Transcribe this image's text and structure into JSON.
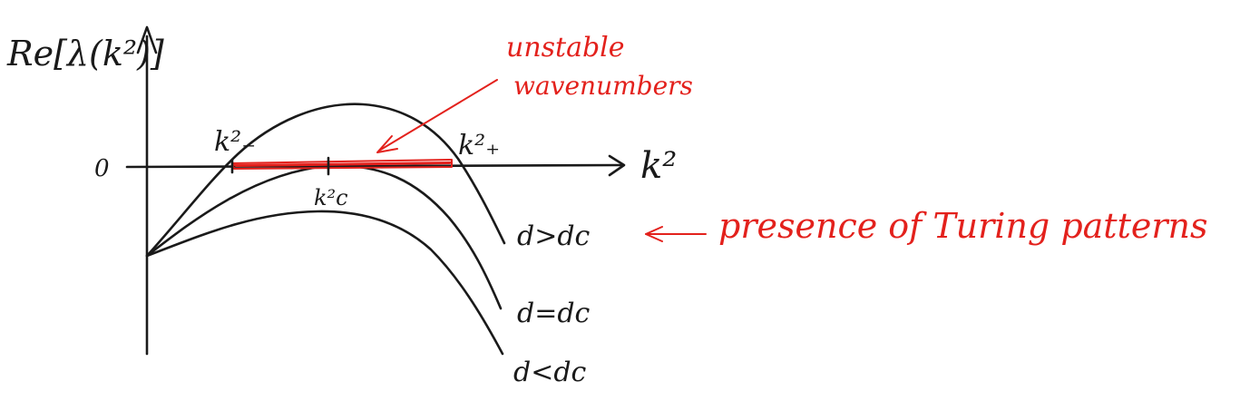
{
  "diagram": {
    "y_axis_label": "Re[λ(k²)]",
    "x_axis_label": "k²",
    "zero_label": "0",
    "k_minus_label": "k²₋",
    "k_plus_label": "k²₊",
    "k_c_label": "k²c",
    "curves": [
      {
        "label": "d>dc"
      },
      {
        "label": "d=dc"
      },
      {
        "label": "d<dc"
      }
    ],
    "annotation_unstable_line1": "unstable",
    "annotation_unstable_line2": "wavenumbers",
    "annotation_turing": "presence of Turing patterns",
    "colors": {
      "ink": "#1a1a1a",
      "highlight": "#e3211c"
    }
  }
}
